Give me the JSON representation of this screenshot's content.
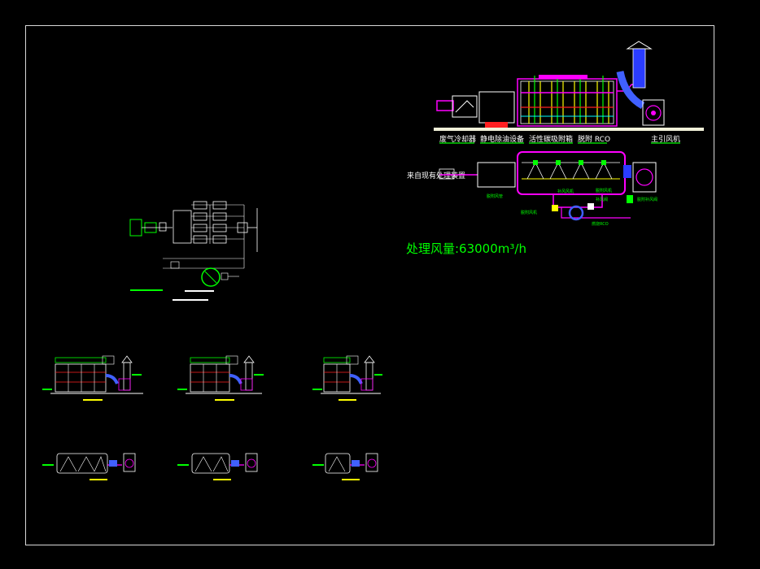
{
  "labels": {
    "cooler": "废气冷却器",
    "esp": "静电除油设备",
    "carbon": "活性碳吸附箱",
    "desorb_rco": "脱附 RCO",
    "main_fan": "主引风机",
    "source": "来自现有处理装置",
    "airflow": "处理风量:63000m³/h"
  },
  "colors": {
    "frame": "#d8d8d8",
    "green": "#00ff00",
    "magenta": "#ff00ff",
    "yellow": "#ffff00",
    "white": "#ffffff",
    "cyan": "#00ffff",
    "red": "#ff2020",
    "blue": "#4060ff"
  }
}
